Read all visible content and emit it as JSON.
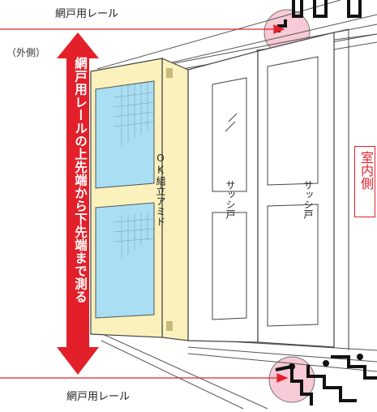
{
  "labels": {
    "rail_top": "網戸用レール",
    "rail_bottom": "網戸用レール",
    "outside": "（外側）",
    "measure_instruction": "網戸用レールの上先端から下先端まで測る",
    "screen_door": "OK組立アミド",
    "sash_door_1": "サッシ戸",
    "sash_door_2": "サッシ戸",
    "indoor": "室内側"
  },
  "colors": {
    "accent_red": "#e3202a",
    "screen_frame": "#fbf1bd",
    "mesh_blue": "#a9def3",
    "highlight_pink": "#f7cad5",
    "line": "#333333"
  }
}
